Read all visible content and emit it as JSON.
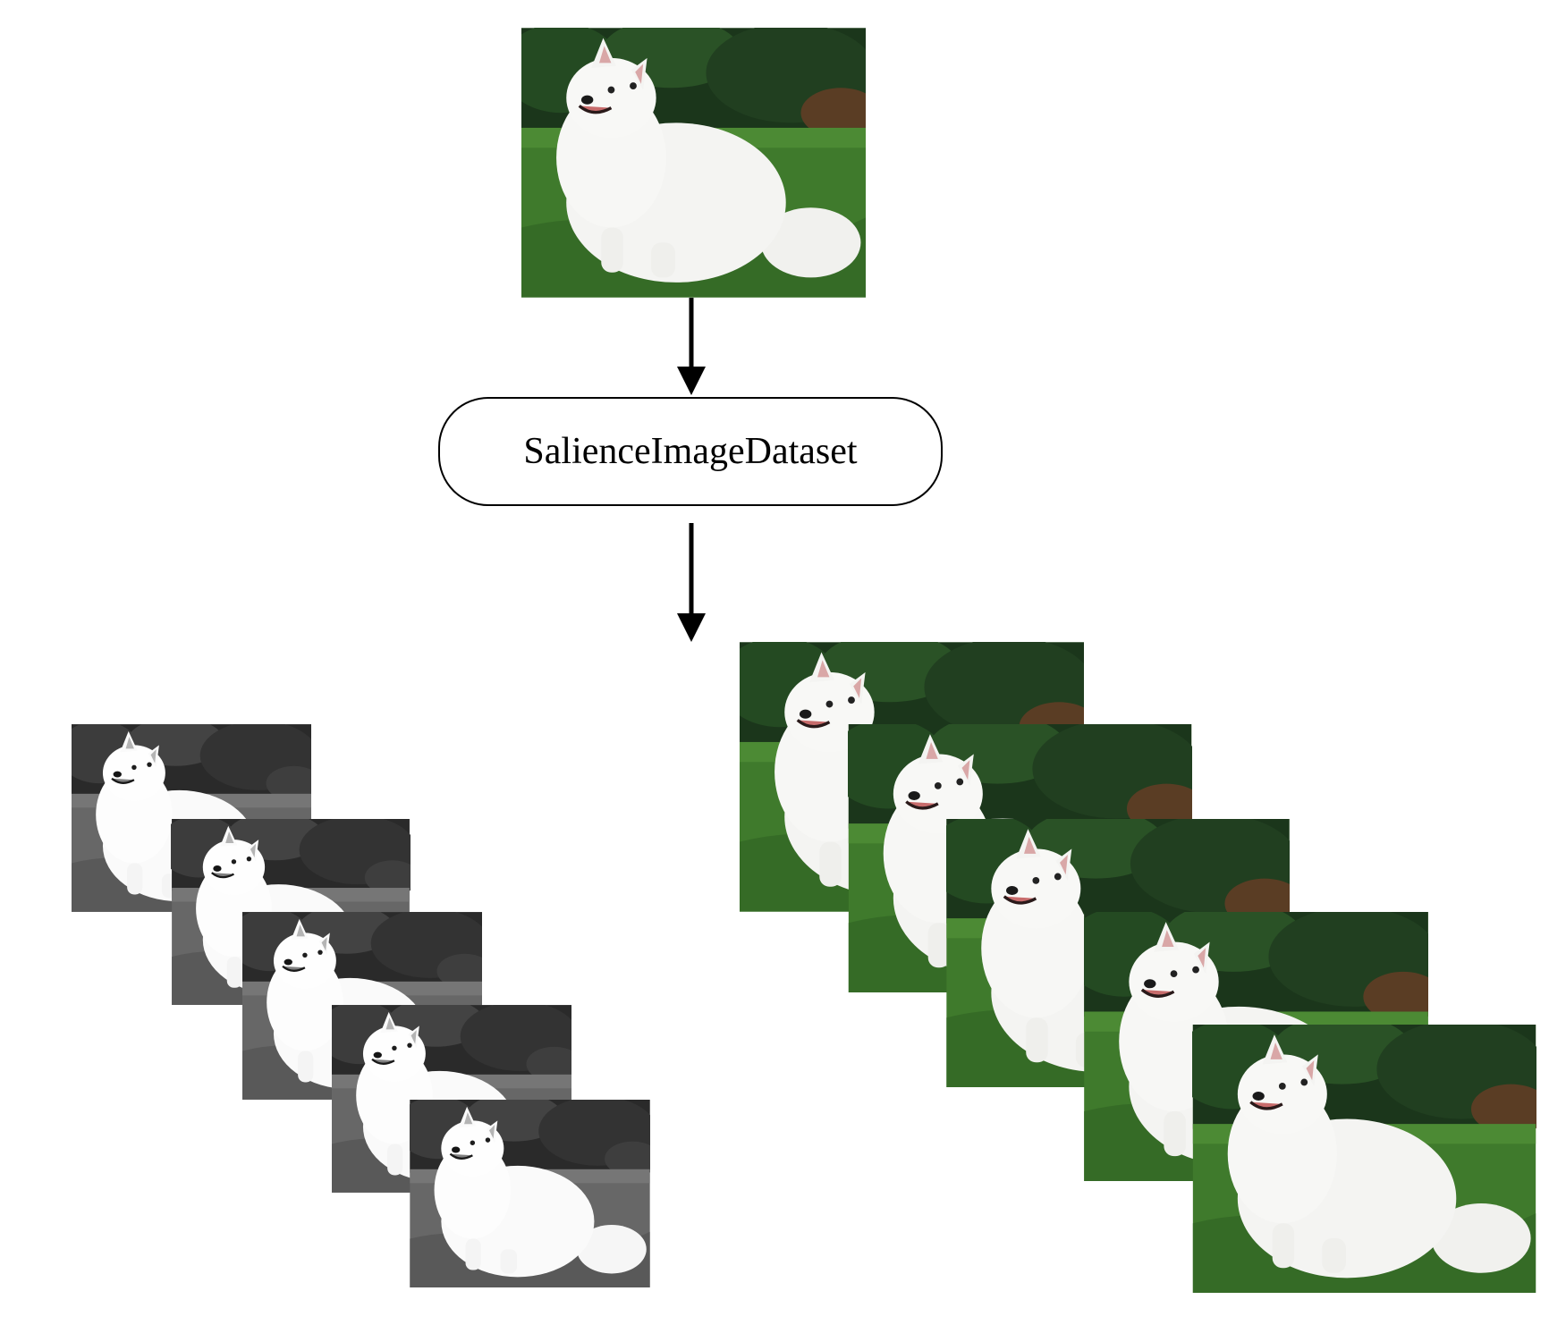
{
  "node": {
    "label": "SalienceImageDataset"
  },
  "colors": {
    "grass": "#3f7a2c",
    "foliage": "#1c3a1c",
    "dog": "#f4f4f2",
    "arrow": "#000000"
  },
  "images": {
    "source": {
      "icon": "white-dog-photo",
      "tone": "color"
    },
    "left_stack": {
      "count": 5,
      "tone": "grayscale",
      "icon": "white-dog-photo"
    },
    "right_stack": {
      "count": 5,
      "tone": "color",
      "icon": "white-dog-photo"
    }
  }
}
